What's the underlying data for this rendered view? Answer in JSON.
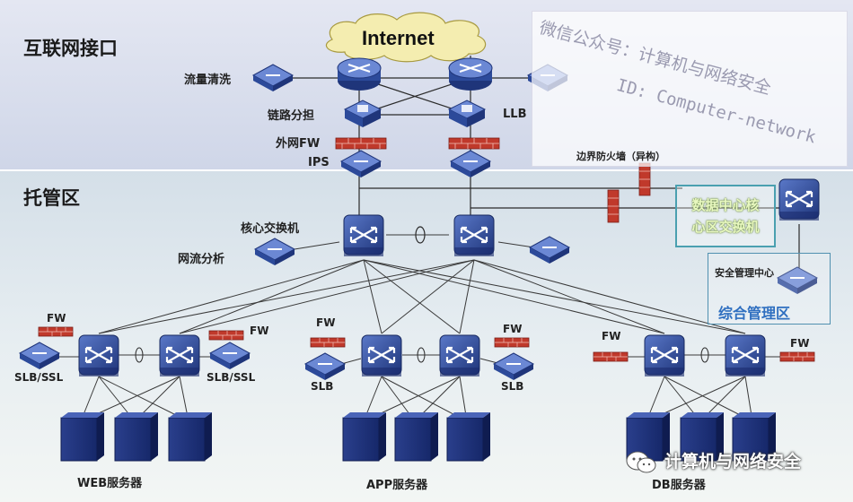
{
  "zones": {
    "internet_interface": "互联网接口",
    "hosting": "托管区"
  },
  "cloud": {
    "label": "Internet"
  },
  "labels": {
    "traffic_cleaning": "流量清洗",
    "link_balancing": "链路分担",
    "llb": "LLB",
    "outer_fw": "外网FW",
    "ips": "IPS",
    "border_fw": "边界防火墙（异构）",
    "core_switch": "核心交换机",
    "netflow": "网流分析",
    "security_mgmt": "安全管理中心",
    "integrated_mgmt": "综合管理区"
  },
  "dc_core": {
    "line1": "数据中心核",
    "line2": "心区交换机"
  },
  "clusters": [
    {
      "fw_left": "FW",
      "fw_right": "FW",
      "slb_left": "SLB/SSL",
      "slb_right": "SLB/SSL",
      "servers": "WEB服务器"
    },
    {
      "fw_left": "FW",
      "fw_right": "FW",
      "slb_left": "SLB",
      "slb_right": "SLB",
      "servers": "APP服务器"
    },
    {
      "fw_left": "FW",
      "fw_right": "FW",
      "servers": "DB服务器"
    }
  ],
  "watermark": {
    "line1": "微信公众号：计算机与网络安全",
    "line2": "ID: Computer-network"
  },
  "footer": {
    "text": "计算机与网络安全",
    "icon": "wechat-icon"
  },
  "colors": {
    "header_bg": "#d6dcec",
    "hosting_bg": "#dde6ec",
    "device_blue": "#2c4a9a",
    "firewall_red": "#c0392b",
    "line_dark": "#2a2a2a"
  }
}
